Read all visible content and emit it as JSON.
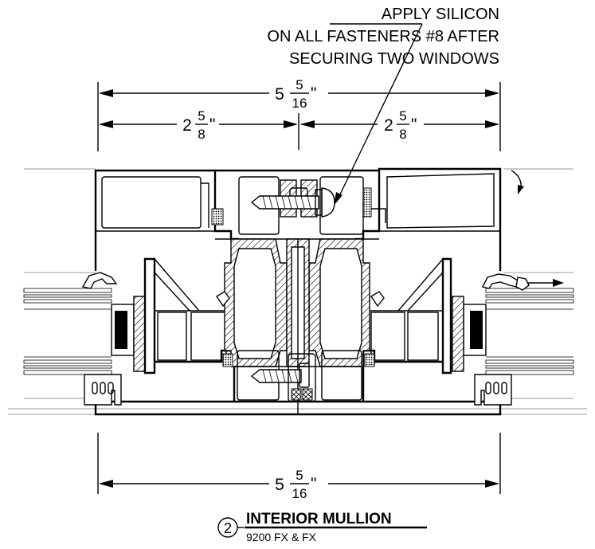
{
  "note": {
    "line1": "APPLY SILICON",
    "line2": "ON ALL FASTENERS #8 AFTER",
    "line3": "SECURING TWO WINDOWS"
  },
  "dimensions": {
    "overall_top": {
      "whole": "5",
      "num": "5",
      "den": "16",
      "unit": "\""
    },
    "left_half": {
      "whole": "2",
      "num": "5",
      "den": "8",
      "unit": "\""
    },
    "right_half": {
      "whole": "2",
      "num": "5",
      "den": "8",
      "unit": "\""
    },
    "overall_bottom": {
      "whole": "5",
      "num": "5",
      "den": "16",
      "unit": "\""
    }
  },
  "title_block": {
    "number": "2",
    "title": "INTERIOR MULLION",
    "subtitle": "9200 FX & FX"
  }
}
